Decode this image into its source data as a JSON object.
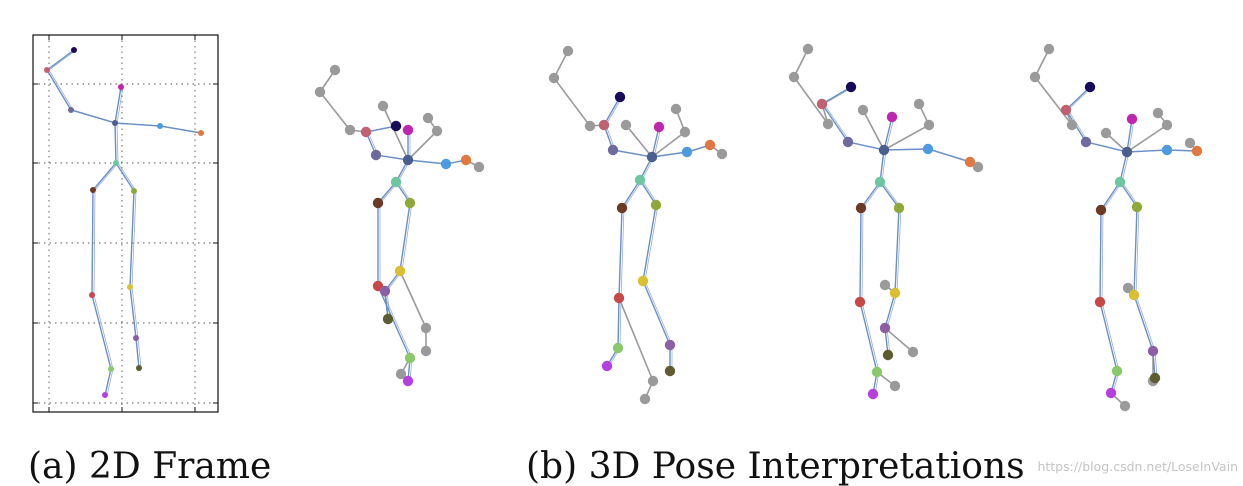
{
  "captions": {
    "panel_a": "(a) 2D Frame",
    "panel_b": "(b) 3D Pose Interpretations"
  },
  "watermark": "https://blog.csdn.net/LoseInVain",
  "colors": {
    "bone": "#6b8fc6",
    "ghost": "#9a9a9a",
    "frame": "#111111",
    "grid": "#555555"
  },
  "joint_colors": {
    "head": "#1a0a5c",
    "r_hand": "#c06070",
    "r_elbow": "#6f6a9e",
    "neck": "#c025b0",
    "thorax": "#4a5f8f",
    "l_elbow": "#4c9ae0",
    "l_hand": "#e07840",
    "pelvis": "#6cc6a0",
    "r_hip": "#6b3a24",
    "l_hip": "#8fa83a",
    "r_knee": "#c84848",
    "l_knee": "#d8c030",
    "r_foot_joint": "#8ac86c",
    "l_ankle": "#8c5ea6",
    "r_toe": "#b440e0",
    "l_toe": "#5c5c30"
  }
}
